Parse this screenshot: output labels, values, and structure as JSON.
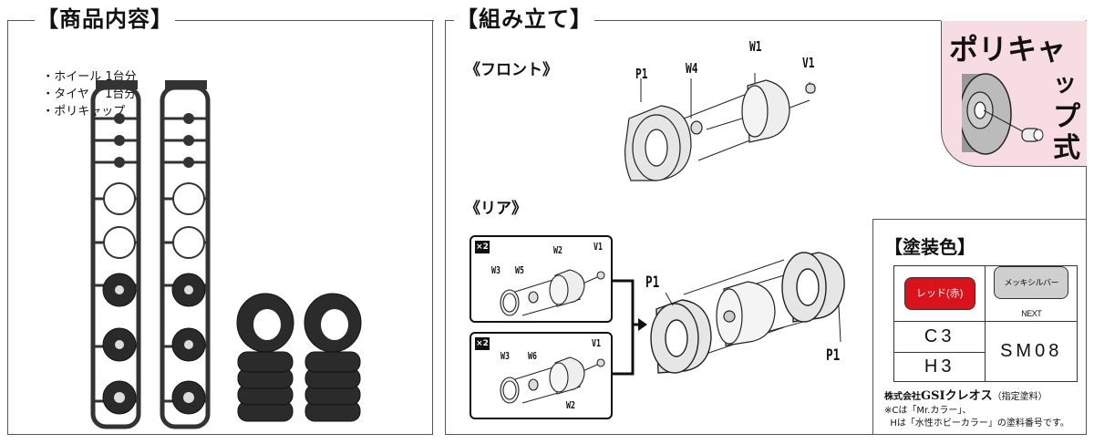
{
  "contents": {
    "title": "【商品内容】",
    "items": [
      "・ホイール 1台分",
      "・タイヤ　 1台分",
      "・ポリキャップ"
    ]
  },
  "assembly": {
    "title": "【組み立て】",
    "front": {
      "title": "《フロント》",
      "labels": {
        "tire": "P1",
        "cap": "W4",
        "wheel": "W1",
        "polycap": "V1"
      }
    },
    "rear": {
      "title": "《リア》",
      "multiplier": "×2",
      "box1": {
        "outer": "W3",
        "cap": "W5",
        "wheel": "W2",
        "polycap": "V1"
      },
      "box2": {
        "outer": "W3",
        "cap": "W6",
        "wheel": "W2",
        "polycap": "V1"
      },
      "tire_left": "P1",
      "tire_right": "P1"
    },
    "polycap_badge": {
      "text_row": "ポリキャ",
      "text_col": [
        "ッ",
        "プ",
        "式"
      ],
      "color": "#f7dce4"
    }
  },
  "paint": {
    "title": "【塗装色】",
    "colors": [
      {
        "name": "レッド(赤)",
        "swatch": "#d9121b",
        "codes": [
          "C3",
          "H3"
        ]
      },
      {
        "name": "メッキシルバーNEXT",
        "swatch": "#cfcfcf",
        "codes": [
          "SM08"
        ]
      }
    ],
    "maker_prefix": "株式会社",
    "maker_brand": "GSIクレオス",
    "maker_suffix": "（指定塗料）",
    "note_line1": "※Cは「Mr.カラー」、",
    "note_line2": "  Hは「水性ホビーカラー」の塗料番号です。"
  }
}
